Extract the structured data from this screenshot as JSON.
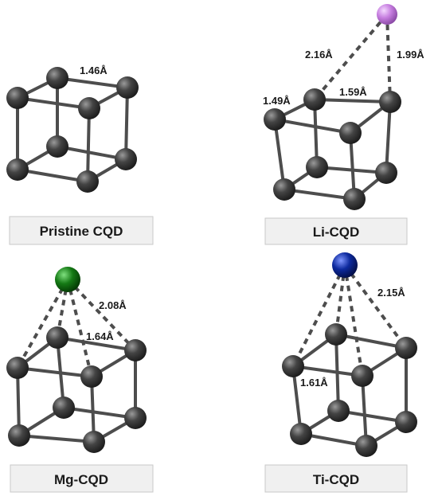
{
  "colors": {
    "carbon": "#3f3f3f",
    "lithium": "#c77fe0",
    "magnesium": "#157a15",
    "titanium": "#0d2a9e",
    "bond": "#4d4d4d",
    "caption_bg": "#f0f0f0"
  },
  "panels": {
    "pristine": {
      "caption": "Pristine CQD",
      "labels": [
        "1.46Å"
      ]
    },
    "li": {
      "caption": "Li-CQD",
      "labels": [
        "2.16Å",
        "1.99Å",
        "1.49Å",
        "1.59Å"
      ]
    },
    "mg": {
      "caption": "Mg-CQD",
      "labels": [
        "2.08Å",
        "1.64Å"
      ]
    },
    "ti": {
      "caption": "Ti-CQD",
      "labels": [
        "2.15Å",
        "1.61Å"
      ]
    }
  }
}
